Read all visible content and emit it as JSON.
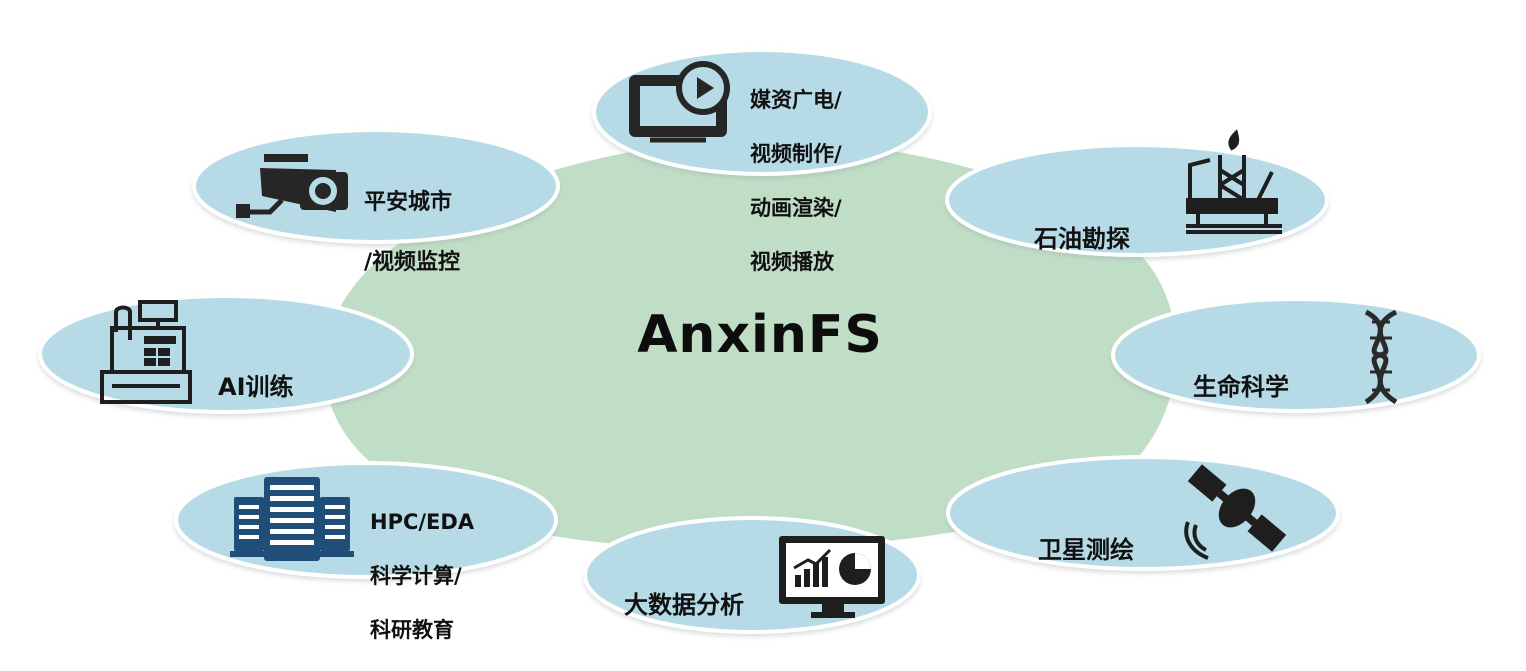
{
  "center": {
    "title": "AnxinFS",
    "color": "#c0dec6"
  },
  "node_fill": "#b6dbe6",
  "nodes": [
    {
      "id": "media",
      "icon": "tv-play-icon",
      "lines": [
        "媒资广电/",
        "视频制作/",
        "动画渲染/",
        "视频播放"
      ]
    },
    {
      "id": "oil",
      "icon": "oil-rig-icon",
      "lines": [
        "石油勘探"
      ]
    },
    {
      "id": "life",
      "icon": "dna-icon",
      "lines": [
        "生命科学"
      ]
    },
    {
      "id": "satellite",
      "icon": "satellite-icon",
      "lines": [
        "卫星测绘"
      ]
    },
    {
      "id": "bigdata",
      "icon": "analytics-monitor-icon",
      "lines": [
        "大数据分析"
      ]
    },
    {
      "id": "hpc",
      "icon": "server-rack-icon",
      "lines": [
        "HPC/EDA",
        "科学计算/",
        "科研教育"
      ]
    },
    {
      "id": "ai",
      "icon": "cash-register-icon",
      "lines": [
        "AI训练"
      ]
    },
    {
      "id": "city",
      "icon": "security-camera-icon",
      "lines": [
        "平安城市",
        "/视频监控"
      ]
    }
  ]
}
